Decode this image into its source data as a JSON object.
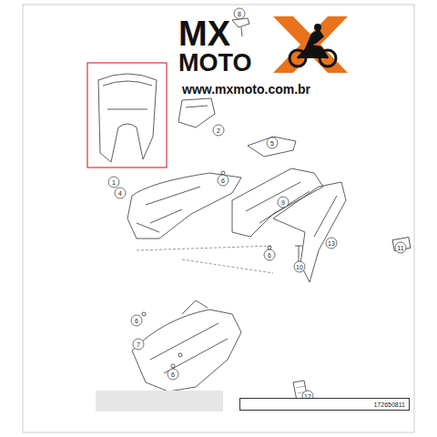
{
  "diagram": {
    "nodes": [
      {
        "text": [
          "172650811"
        ]
      }
    ],
    "labels": [
      "MX",
      "MOTO",
      "www.mxmoto.com.br",
      "8",
      "1",
      "2",
      "5",
      "4",
      "6",
      "9",
      "13",
      "11",
      "6",
      "10",
      "6",
      "7",
      "6",
      "12"
    ]
  }
}
